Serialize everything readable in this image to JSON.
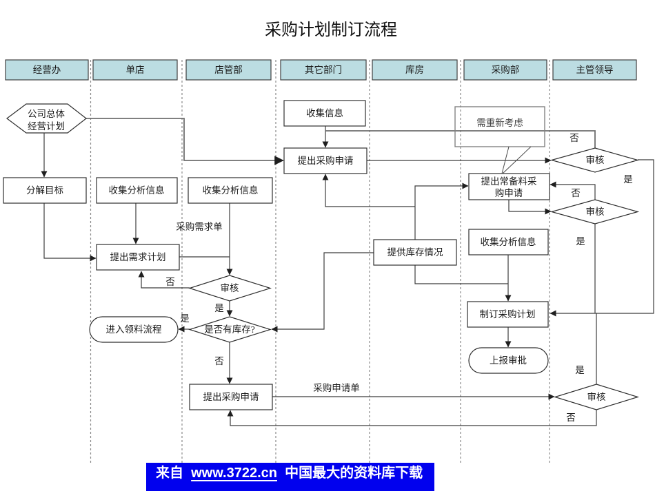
{
  "title": "采购计划制订流程",
  "lanes": [
    {
      "label": "经营办"
    },
    {
      "label": "单店"
    },
    {
      "label": "店管部"
    },
    {
      "label": "其它部门"
    },
    {
      "label": "库房"
    },
    {
      "label": "采购部"
    },
    {
      "label": "主管领导"
    }
  ],
  "nodes": {
    "company_plan": {
      "line1": "公司总体",
      "line2": "经营计划"
    },
    "decompose_goal": "分解目标",
    "collect_info_store": "收集分析信息",
    "propose_demand_plan": "提出需求计划",
    "collect_info_dept": "收集分析信息",
    "review_dept": "审核",
    "has_stock": "是否有库存?",
    "enter_material_flow": "进入领料流程",
    "purchase_request_dept": "提出采购申请",
    "collect_info_other": "收集信息",
    "purchase_request_other": "提出采购申请",
    "provide_stock_status": "提供库存情况",
    "reconsider_note": "需重新考虑",
    "regular_material_request": {
      "line1": "提出常备料采",
      "line2": "购申请"
    },
    "collect_info_purchasing": "收集分析信息",
    "make_purchase_plan": "制订采购计划",
    "submit_for_approval": "上报审批",
    "review_leader_1": "审核",
    "review_leader_2": "审核",
    "review_leader_3": "审核"
  },
  "edge_labels": {
    "yes": "是",
    "no": "否",
    "demand_note": "采购需求单",
    "request_note": "采购申请单"
  },
  "banner": {
    "prefix": "来自",
    "link": "www.3722.cn",
    "suffix": "中国最大的资料库下载"
  },
  "colors": {
    "lane_header_fill": "#bcdde2",
    "line": "#3c3c3c",
    "note_border": "#828282",
    "banner_bg": "#0101ee"
  }
}
